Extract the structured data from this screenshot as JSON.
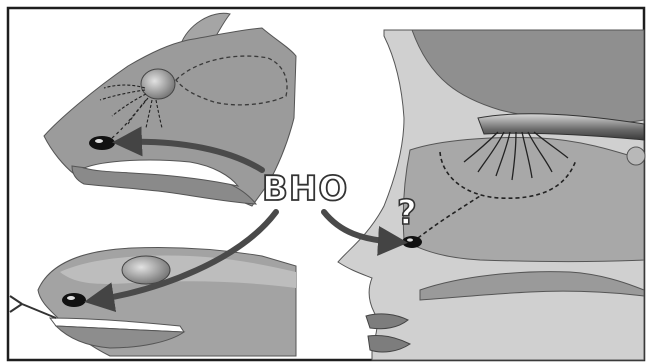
{
  "figure": {
    "center_label": "ВНО",
    "unknown_marker": "?"
  },
  "colors": {
    "frame": "#1e1e1e",
    "tissue_dark": "#8f8f8f",
    "tissue_mid": "#a9a9a9",
    "tissue_light": "#c9c9c9",
    "tissue_pale": "#dcdcdc",
    "arrow": "#4a4a4a",
    "background": "#ffffff"
  },
  "panels": [
    {
      "name": "rodent-head"
    },
    {
      "name": "snake-head"
    },
    {
      "name": "human-head"
    }
  ]
}
